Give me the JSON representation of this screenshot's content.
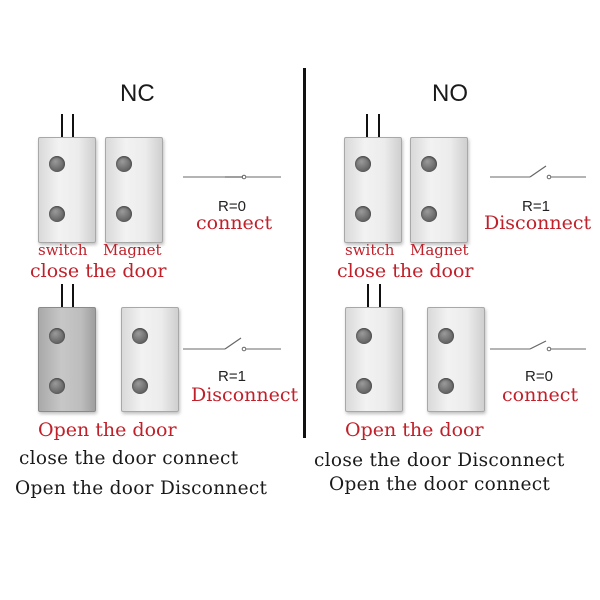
{
  "nc": {
    "heading": "NC",
    "top": {
      "switch_label": "switch",
      "magnet_label": "Magnet",
      "state": "close the door",
      "resistance": "R=0",
      "result": "connect",
      "switch_position": "closed"
    },
    "bottom": {
      "state": "Open the door",
      "resistance": "R=1",
      "result": "Disconnect",
      "switch_position": "open"
    },
    "summary": [
      "close the door connect",
      "Open the door Disconnect"
    ]
  },
  "no": {
    "heading": "NO",
    "top": {
      "switch_label": "switch",
      "magnet_label": "Magnet",
      "state": "close the door",
      "resistance": "R=1",
      "result": "Disconnect",
      "switch_position": "open"
    },
    "bottom": {
      "state": "Open the door",
      "resistance": "R=0",
      "result": "connect",
      "switch_position": "closed"
    },
    "summary": [
      "close the door Disconnect",
      "Open the door connect"
    ]
  },
  "colors": {
    "label_red": "#c0202a",
    "text_dark": "#1a1a1a",
    "divider": "#111111"
  }
}
